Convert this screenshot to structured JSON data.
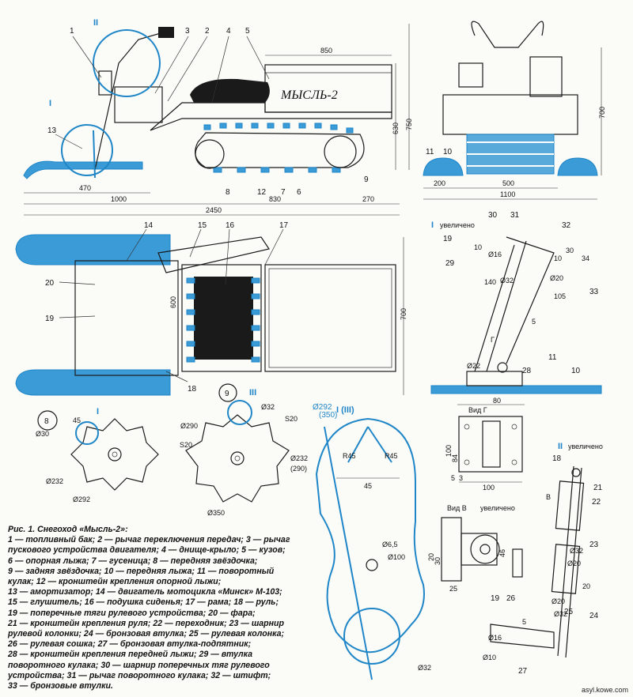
{
  "labels": {
    "parts_top": [
      "1",
      "2",
      "3",
      "4",
      "5",
      "II",
      "I",
      "13"
    ],
    "brand": "МЫСЛЬ-2",
    "side_dims": {
      "d850": "850",
      "d470": "470",
      "d1000": "1000",
      "d2450": "2450",
      "d830": "830",
      "d270": "270",
      "d630": "630",
      "d750": "750"
    },
    "side_parts": {
      "p8": "8",
      "p12": "12",
      "p7": "7",
      "p6": "6",
      "p9": "9"
    },
    "front_dims": {
      "d700": "700",
      "d200": "200",
      "d500": "500",
      "d1100": "1100",
      "p11": "11",
      "p10": "10"
    },
    "plan_parts": {
      "p14": "14",
      "p15": "15",
      "p16": "16",
      "p17": "17",
      "p20": "20",
      "p19": "19",
      "p18": "18"
    },
    "plan_dims": {
      "d600": "600",
      "d700": "700"
    },
    "view_I": {
      "title": "I",
      "zoom": "увеличено",
      "p30": "30",
      "p31": "31",
      "p32": "32",
      "p19": "19",
      "p29": "29",
      "p33": "33",
      "p11": "11",
      "p28": "28",
      "p10": "10",
      "d10": "10",
      "d16": "Ø16",
      "d140": "140",
      "d32": "Ø32",
      "d20": "Ø20",
      "d105": "105",
      "d5": "5",
      "d22": "Ø22",
      "d30": "30",
      "g": "Г",
      "d10b": "10",
      "d34": "34"
    },
    "view_G": {
      "title": "Вид Г",
      "d80": "80",
      "d100": "100",
      "d84": "84",
      "d5": "5",
      "d3": "3",
      "d100b": "100"
    },
    "view_II": {
      "title": "II",
      "zoom": "увеличено",
      "p18": "18",
      "p21": "21",
      "p22": "22",
      "p23": "23",
      "p24": "24",
      "p25": "25",
      "p26": "26",
      "p19": "19",
      "p27": "27",
      "B": "В",
      "d32": "Ø32",
      "d20": "Ø20",
      "d32b": "Ø32",
      "d20b": "Ø20",
      "d5": "5",
      "d16": "Ø16",
      "d10": "Ø10",
      "d20c": "20"
    },
    "view_B": {
      "title": "Вид В",
      "zoom": "увеличено",
      "d30": "30",
      "d46": "46",
      "d25": "25",
      "d20": "20"
    },
    "sprocket8": {
      "num": "8",
      "mark": "I",
      "d30": "Ø30",
      "d45": "45",
      "d232": "Ø232",
      "d292": "Ø292"
    },
    "sprocket9": {
      "num": "9",
      "mark": "III",
      "d290": "Ø290",
      "s20": "S20",
      "d32": "Ø32",
      "d350": "Ø350"
    },
    "sprocket_mid": {
      "s20": "S20",
      "d232": "Ø232",
      "d290": "(290)"
    },
    "ski_profile": {
      "title": "I (III)",
      "d292": "Ø292",
      "d350": "(350)",
      "r45a": "R45",
      "r45b": "R45",
      "d45": "45",
      "d65": "Ø6,5",
      "d100": "Ø100",
      "d32": "Ø32"
    }
  },
  "caption": {
    "title": "Рис. 1. Снегоход «Мысль-2»:",
    "lines": [
      "1 — топливный бак; 2 — рычаг переключения передач; 3 — рычаг",
      "пускового устройства двигателя; 4 — днище-крыло; 5 — кузов;",
      "6 — опорная лыжа; 7 — гусеница; 8 — передняя звёздочка;",
      "9 — задняя звёздочка; 10 — передняя лыжа; 11 — поворотный",
      "кулак; 12 — кронштейн крепления опорной лыжи;",
      "13 — амортизатор; 14 — двигатель мотоцикла «Минск» М-103;",
      "15 — глушитель; 16 — подушка сиденья; 17 — рама; 18 — руль;",
      "19 — поперечные тяги рулевого устройства; 20 — фара;",
      "21 — кронштейн крепления руля; 22 — переходник; 23 — шарнир",
      "рулевой колонки; 24 — бронзовая втулка; 25 — рулевая колонка;",
      "26 — рулевая сошка; 27 — бронзовая втулка-подпятник;",
      "28 — кронштейн крепления передней лыжи; 29 — втулка",
      "поворотного кулака; 30 — шарнир поперечных тяг рулевого",
      "устройства; 31 — рычаг поворотного кулака; 32 — штифт;",
      "33 — бронзовые втулки."
    ]
  },
  "watermark": "asyl.kowe.com",
  "colors": {
    "accent_blue": "#1f86c8",
    "line": "#1a1a1a",
    "paper": "#fbfbf7"
  }
}
